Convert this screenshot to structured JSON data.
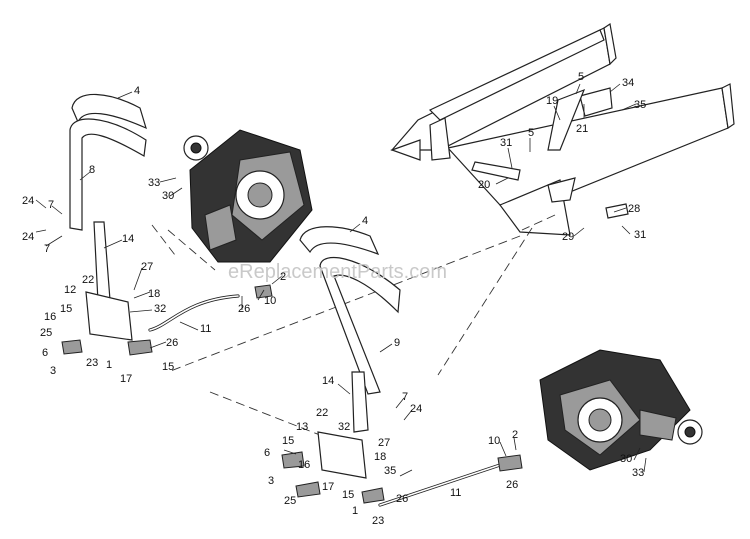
{
  "watermark": "eReplacementParts.com",
  "callouts": [
    "4",
    "8",
    "24",
    "7",
    "24",
    "7",
    "14",
    "27",
    "18",
    "12",
    "22",
    "15",
    "16",
    "32",
    "25",
    "6",
    "23",
    "3",
    "1",
    "17",
    "15",
    "26",
    "11",
    "33",
    "30",
    "2",
    "26",
    "10",
    "5",
    "34",
    "19",
    "35",
    "21",
    "5",
    "31",
    "20",
    "28",
    "29",
    "31",
    "4",
    "9",
    "14",
    "7",
    "24",
    "22",
    "13",
    "32",
    "27",
    "15",
    "18",
    "6",
    "16",
    "35",
    "3",
    "17",
    "25",
    "15",
    "26",
    "1",
    "23",
    "11",
    "10",
    "2",
    "26",
    "30",
    "33"
  ]
}
